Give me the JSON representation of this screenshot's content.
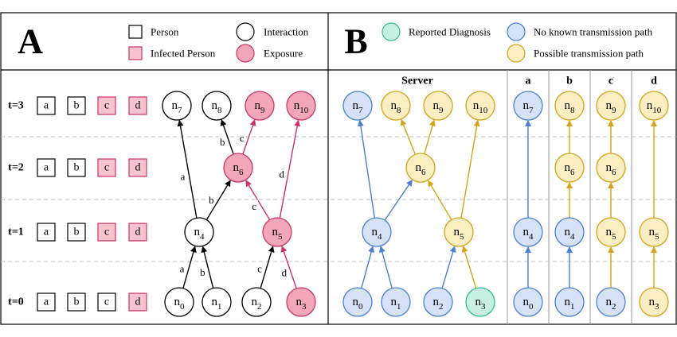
{
  "panels": {
    "A": {
      "letter": "A",
      "legend": [
        {
          "text": "Person",
          "kind": "square",
          "fill": "#ffffff",
          "stroke": "#000000"
        },
        {
          "text": "Infected Person",
          "kind": "square",
          "fill": "#f6c3cf",
          "stroke": "#cc3366"
        },
        {
          "text": "Interaction",
          "kind": "circle",
          "fill": "#ffffff",
          "stroke": "#000000"
        },
        {
          "text": "Exposure",
          "kind": "circle",
          "fill": "#f2a7b9",
          "stroke": "#cc3366"
        }
      ]
    },
    "B": {
      "letter": "B",
      "legend": [
        {
          "text": "Reported Diagnosis",
          "kind": "circle",
          "fill": "#c8f0e2",
          "stroke": "#2fbf8f"
        },
        {
          "text": "No known transmission path",
          "kind": "circle",
          "fill": "#d6e2f7",
          "stroke": "#4a7fd1"
        },
        {
          "text": "Possible transmission path",
          "kind": "circle",
          "fill": "#fbeec2",
          "stroke": "#d4a418"
        }
      ],
      "column_headers": [
        "Server",
        "a",
        "b",
        "c",
        "d"
      ]
    }
  },
  "time_labels": [
    "t=3",
    "t=2",
    "t=1",
    "t=0"
  ],
  "persons": [
    {
      "label": "a",
      "infected_from": null
    },
    {
      "label": "b",
      "infected_from": null
    },
    {
      "label": "c",
      "infected_from": "t=1"
    },
    {
      "label": "d",
      "infected_from": "t=0"
    }
  ],
  "panelA_nodes": [
    {
      "id": "n0",
      "base": "n",
      "sub": "0",
      "time": "t=0",
      "exposure": false
    },
    {
      "id": "n1",
      "base": "n",
      "sub": "1",
      "time": "t=0",
      "exposure": false
    },
    {
      "id": "n2",
      "base": "n",
      "sub": "2",
      "time": "t=0",
      "exposure": false
    },
    {
      "id": "n3",
      "base": "n",
      "sub": "3",
      "time": "t=0",
      "exposure": true
    },
    {
      "id": "n4",
      "base": "n",
      "sub": "4",
      "time": "t=1",
      "exposure": false
    },
    {
      "id": "n5",
      "base": "n",
      "sub": "5",
      "time": "t=1",
      "exposure": true
    },
    {
      "id": "n6",
      "base": "n",
      "sub": "6",
      "time": "t=2",
      "exposure": true
    },
    {
      "id": "n7",
      "base": "n",
      "sub": "7",
      "time": "t=3",
      "exposure": false
    },
    {
      "id": "n8",
      "base": "n",
      "sub": "8",
      "time": "t=3",
      "exposure": false
    },
    {
      "id": "n9",
      "base": "n",
      "sub": "9",
      "time": "t=3",
      "exposure": true
    },
    {
      "id": "n10",
      "base": "n",
      "sub": "10",
      "time": "t=3",
      "exposure": true
    }
  ],
  "panelA_edges": [
    {
      "from": "n0",
      "to": "n4",
      "label": "a",
      "exposure": false
    },
    {
      "from": "n1",
      "to": "n4",
      "label": "b",
      "exposure": false
    },
    {
      "from": "n2",
      "to": "n5",
      "label": "c",
      "exposure": false
    },
    {
      "from": "n3",
      "to": "n5",
      "label": "d",
      "exposure": true
    },
    {
      "from": "n4",
      "to": "n7",
      "label": "a",
      "exposure": false
    },
    {
      "from": "n4",
      "to": "n6",
      "label": "b",
      "exposure": false
    },
    {
      "from": "n5",
      "to": "n6",
      "label": "c",
      "exposure": true
    },
    {
      "from": "n5",
      "to": "n10",
      "label": "d",
      "exposure": true
    },
    {
      "from": "n6",
      "to": "n8",
      "label": "b",
      "exposure": false
    },
    {
      "from": "n6",
      "to": "n9",
      "label": "c",
      "exposure": true
    }
  ],
  "server_nodes": [
    {
      "id": "n0",
      "sub": "0",
      "status": "no_path"
    },
    {
      "id": "n1",
      "sub": "1",
      "status": "no_path"
    },
    {
      "id": "n2",
      "sub": "2",
      "status": "no_path"
    },
    {
      "id": "n3",
      "sub": "3",
      "status": "reported"
    },
    {
      "id": "n4",
      "sub": "4",
      "status": "no_path"
    },
    {
      "id": "n5",
      "sub": "5",
      "status": "possible"
    },
    {
      "id": "n6",
      "sub": "6",
      "status": "possible"
    },
    {
      "id": "n7",
      "sub": "7",
      "status": "no_path"
    },
    {
      "id": "n8",
      "sub": "8",
      "status": "possible"
    },
    {
      "id": "n9",
      "sub": "9",
      "status": "possible"
    },
    {
      "id": "n10",
      "sub": "10",
      "status": "possible"
    }
  ],
  "server_edges": [
    {
      "from": "n0",
      "to": "n4",
      "status": "no_path"
    },
    {
      "from": "n1",
      "to": "n4",
      "status": "no_path"
    },
    {
      "from": "n2",
      "to": "n5",
      "status": "no_path"
    },
    {
      "from": "n3",
      "to": "n5",
      "status": "possible"
    },
    {
      "from": "n4",
      "to": "n7",
      "status": "no_path"
    },
    {
      "from": "n4",
      "to": "n6",
      "status": "no_path"
    },
    {
      "from": "n5",
      "to": "n6",
      "status": "possible"
    },
    {
      "from": "n5",
      "to": "n10",
      "status": "possible"
    },
    {
      "from": "n6",
      "to": "n8",
      "status": "possible"
    },
    {
      "from": "n6",
      "to": "n9",
      "status": "possible"
    }
  ],
  "person_chains": [
    {
      "person": "a",
      "nodes": [
        {
          "sub": "0",
          "status": "no_path"
        },
        {
          "sub": "4",
          "status": "no_path"
        },
        {
          "sub": "7",
          "status": "no_path"
        }
      ]
    },
    {
      "person": "b",
      "nodes": [
        {
          "sub": "1",
          "status": "no_path"
        },
        {
          "sub": "4",
          "status": "no_path"
        },
        {
          "sub": "6",
          "status": "possible"
        },
        {
          "sub": "8",
          "status": "possible"
        }
      ]
    },
    {
      "person": "c",
      "nodes": [
        {
          "sub": "2",
          "status": "no_path"
        },
        {
          "sub": "5",
          "status": "possible"
        },
        {
          "sub": "6",
          "status": "possible"
        },
        {
          "sub": "9",
          "status": "possible"
        }
      ]
    },
    {
      "person": "d",
      "nodes": [
        {
          "sub": "3",
          "status": "possible"
        },
        {
          "sub": "5",
          "status": "possible"
        },
        {
          "sub": "10",
          "status": "possible"
        }
      ]
    }
  ],
  "colors": {
    "black": "#000000",
    "pink_stroke": "#cc3366",
    "pink_fill": "#f2a7b9",
    "pink_square": "#f6c3cf",
    "blue_stroke": "#4a7fd1",
    "blue_fill": "#d6e2f7",
    "yellow_stroke": "#d4a418",
    "yellow_fill": "#fbeec2",
    "green_stroke": "#2fbf8f",
    "green_fill": "#c8f0e2",
    "grid": "#bdbdbd",
    "panel_border": "#9a9a9a"
  }
}
